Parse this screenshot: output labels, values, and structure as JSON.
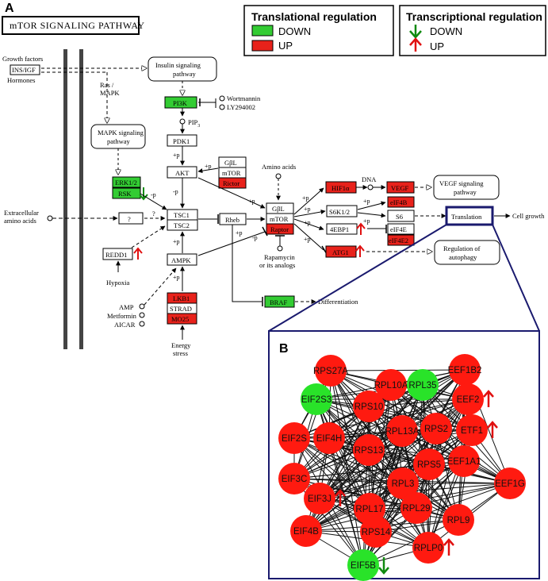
{
  "panel_a": {
    "label": "A",
    "title": "mTOR SIGNALING PATHWAY",
    "legend_translational": {
      "heading": "Translational regulation",
      "down": "DOWN",
      "up": "UP"
    },
    "legend_transcriptional": {
      "heading": "Transcriptional regulation",
      "down": "DOWN",
      "up": "UP"
    },
    "texts": {
      "growth_factors": "Growth factors",
      "ins_igf": "INS/IGF",
      "hormones": "Hormones",
      "ras": "Ras /",
      "mapk": "MAPK",
      "insulin_1": "Insulin signaling",
      "insulin_2": "pathway",
      "mapk_sig_1": "MAPK signaling",
      "mapk_sig_2": "pathway",
      "pi3k": "PI3K",
      "wortmannin": "Wortmannin",
      "ly": "LY294002",
      "pip": "PIP",
      "pip_sub": "3",
      "pdk1": "PDK1",
      "erk": "ERK1/2",
      "rsk": "RSK",
      "akt": "AKT",
      "gbl1": "GβL",
      "mtor1": "mTOR",
      "rictor": "Rictor",
      "amino": "Amino acids",
      "extracellular_1": "Extracellular",
      "extracellular_2": "amino acids",
      "q1": "?",
      "q2": "?",
      "tsc1": "TSC1",
      "tsc2": "TSC2",
      "rheb": "Rheb",
      "gbl2": "GβL",
      "mtor2": "mTOR",
      "raptor": "Raptor",
      "hif": "HIF1α",
      "dna": "DNA",
      "vegf": "VEGF",
      "vegf_sig_1": "VEGF signaling",
      "vegf_sig_2": "pathway",
      "eif4b": "eIF4B",
      "s6k": "S6K1/2",
      "s6": "S6",
      "translation": "Translation",
      "cell_growth": "Cell growth",
      "ebp1": "4EBP1",
      "eif4e": "eIF4E",
      "eif4e2": "eIF4E2",
      "atg1": "ATG1",
      "autophagy_1": "Regulation of",
      "autophagy_2": "autophagy",
      "redd1": "REDD1",
      "hypoxia": "Hypoxia",
      "ampk": "AMPK",
      "amp": "AMP",
      "metformin": "Metformin",
      "aicar": "AICAR",
      "lkb1": "LKB1",
      "strad": "STRAD",
      "mo25": "MO25",
      "energy_1": "Energy",
      "energy_2": "stress",
      "rapamycin_1": "Rapamycin",
      "rapamycin_2": "or its analogs",
      "braf": "BRAF",
      "differentiation": "Differentiation",
      "plus_p": "+p",
      "minus_p": "-p"
    }
  },
  "panel_b": {
    "label": "B",
    "nodes": [
      {
        "id": "RPS27A",
        "color": "red"
      },
      {
        "id": "EEF1B2",
        "color": "red"
      },
      {
        "id": "RPL10A",
        "color": "red"
      },
      {
        "id": "RPL35",
        "color": "green"
      },
      {
        "id": "EEF2",
        "color": "red",
        "arrow": "up"
      },
      {
        "id": "EIF2S3",
        "color": "green"
      },
      {
        "id": "RPS10",
        "color": "red"
      },
      {
        "id": "ETF1",
        "color": "red",
        "arrow": "up"
      },
      {
        "id": "RPL13A",
        "color": "red"
      },
      {
        "id": "RPS2",
        "color": "red"
      },
      {
        "id": "EIF2S",
        "color": "red"
      },
      {
        "id": "EIF4H",
        "color": "red"
      },
      {
        "id": "RPS13",
        "color": "red"
      },
      {
        "id": "EEF1A1",
        "color": "red"
      },
      {
        "id": "RPS5",
        "color": "red"
      },
      {
        "id": "EIF3C",
        "color": "red"
      },
      {
        "id": "RPL3",
        "color": "red"
      },
      {
        "id": "EEF1G",
        "color": "red"
      },
      {
        "id": "EIF3J",
        "color": "red",
        "arrow": "up"
      },
      {
        "id": "RPL17",
        "color": "red"
      },
      {
        "id": "RPL29",
        "color": "red"
      },
      {
        "id": "RPL9",
        "color": "red"
      },
      {
        "id": "RPS14",
        "color": "red"
      },
      {
        "id": "EIF4B",
        "color": "red"
      },
      {
        "id": "RPLP0",
        "color": "red",
        "arrow": "up"
      },
      {
        "id": "EIF5B",
        "color": "green",
        "arrow": "down"
      }
    ]
  },
  "colors": {
    "up": "#ff1a10",
    "down": "#29e329",
    "box_red": "#e8221b",
    "box_green": "#33cc33",
    "frame": "#1a1a6e",
    "arrow_up": "#e01010",
    "arrow_down": "#108a10"
  }
}
